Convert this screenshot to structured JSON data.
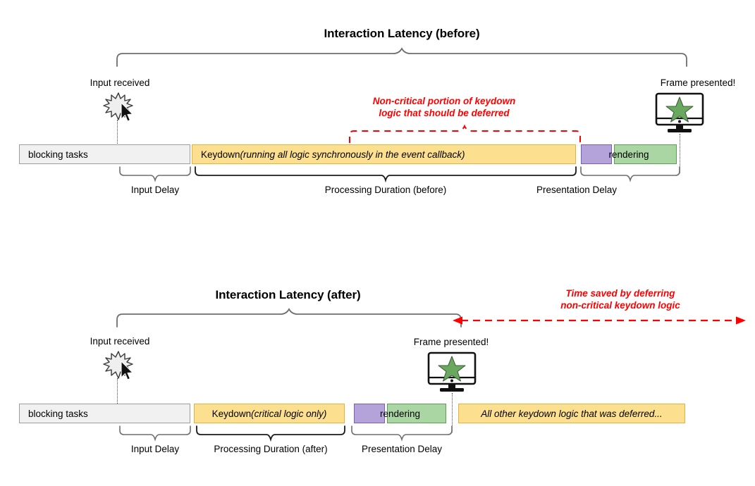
{
  "diagram": {
    "title_before": "Interaction Latency (before)",
    "title_after": "Interaction Latency (after)"
  },
  "before": {
    "title": "Interaction Latency (before)",
    "input_marker_label": "Input received",
    "frame_marker_label": "Frame presented!",
    "annotation": "Non-critical portion of keydown\nlogic that should be deferred",
    "annotation_line1": "Non-critical portion of keydown",
    "annotation_line2": "logic that should be deferred",
    "bars": [
      {
        "label": "blocking tasks",
        "style": "blocking"
      },
      {
        "label": "Keydown ",
        "emphasis": "(running all logic synchronously in the event callback)",
        "style": "yellow"
      },
      {
        "label": "",
        "style": "purple"
      },
      {
        "label": "",
        "style": "green"
      }
    ],
    "rendering_label": "rendering",
    "phases": [
      "Input Delay",
      "Processing Duration (before)",
      "Presentation Delay"
    ]
  },
  "after": {
    "title": "Interaction Latency (after)",
    "input_marker_label": "Input received",
    "frame_marker_label": "Frame presented!",
    "annotation_line1": "Time saved by deferring",
    "annotation_line2": "non-critical keydown logic",
    "bars": [
      {
        "label": "blocking tasks",
        "style": "blocking"
      },
      {
        "label": "Keydown ",
        "emphasis": "(critical logic only)",
        "style": "yellow"
      },
      {
        "label": "",
        "style": "purple"
      },
      {
        "label": "",
        "style": "green"
      },
      {
        "label": "All other keydown logic that was deferred...",
        "style": "yellow-italic"
      }
    ],
    "rendering_label": "rendering",
    "deferred_label": "All other keydown logic that was deferred...",
    "phases": [
      "Input Delay",
      "Processing Duration (after)",
      "Presentation Delay"
    ]
  },
  "icons": {
    "input_burst": "starburst-icon",
    "cursor": "mouse-cursor-icon",
    "monitor": "monitor-icon",
    "star": "star-icon"
  },
  "colors": {
    "yellow_fill": "#fcdf8f",
    "yellow_border": "#e6b23c",
    "purple_fill": "#b4a3da",
    "purple_border": "#7a5fb5",
    "green_fill": "#a9d6a2",
    "green_border": "#5ba055",
    "gray_fill": "#f1f1f1",
    "gray_border": "#9e9e9e",
    "accent_red": "#ff0000",
    "brace_gray": "#6e6e6e",
    "brace_black": "#1a1a1a"
  }
}
